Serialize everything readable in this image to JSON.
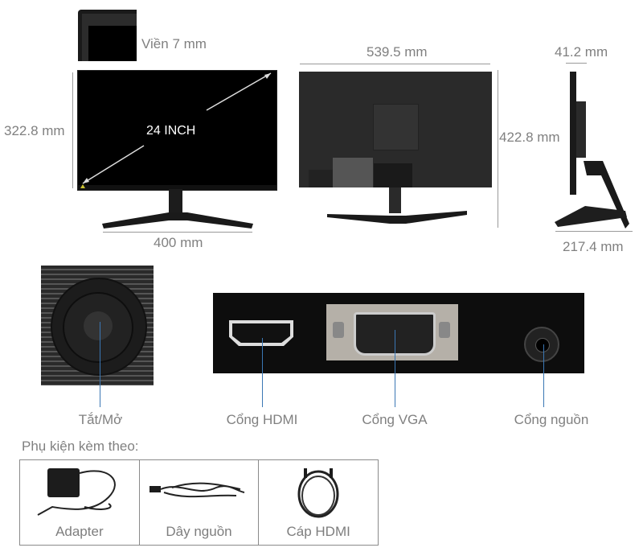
{
  "front_view": {
    "bezel_label": "Viền 7 mm",
    "screen_size_label": "24 INCH",
    "height_label": "322.8 mm",
    "base_width_label": "400 mm"
  },
  "back_view": {
    "width_label": "539.5 mm",
    "height_label": "422.8 mm"
  },
  "side_view": {
    "depth_top_label": "41.2 mm",
    "base_depth_label": "217.4 mm"
  },
  "ports": {
    "items": [
      {
        "label": "Tắt/Mở"
      },
      {
        "label": "Cổng HDMI"
      },
      {
        "label": "Cổng VGA"
      },
      {
        "label": "Cổng nguồn"
      }
    ]
  },
  "accessories": {
    "title": "Phụ kiện kèm theo:",
    "items": [
      {
        "label": "Adapter"
      },
      {
        "label": "Dây nguồn"
      },
      {
        "label": "Cáp HDMI"
      }
    ]
  },
  "colors": {
    "callout_line": "#3a77b4",
    "dimension_text": "#808080",
    "monitor_body": "#111111"
  }
}
